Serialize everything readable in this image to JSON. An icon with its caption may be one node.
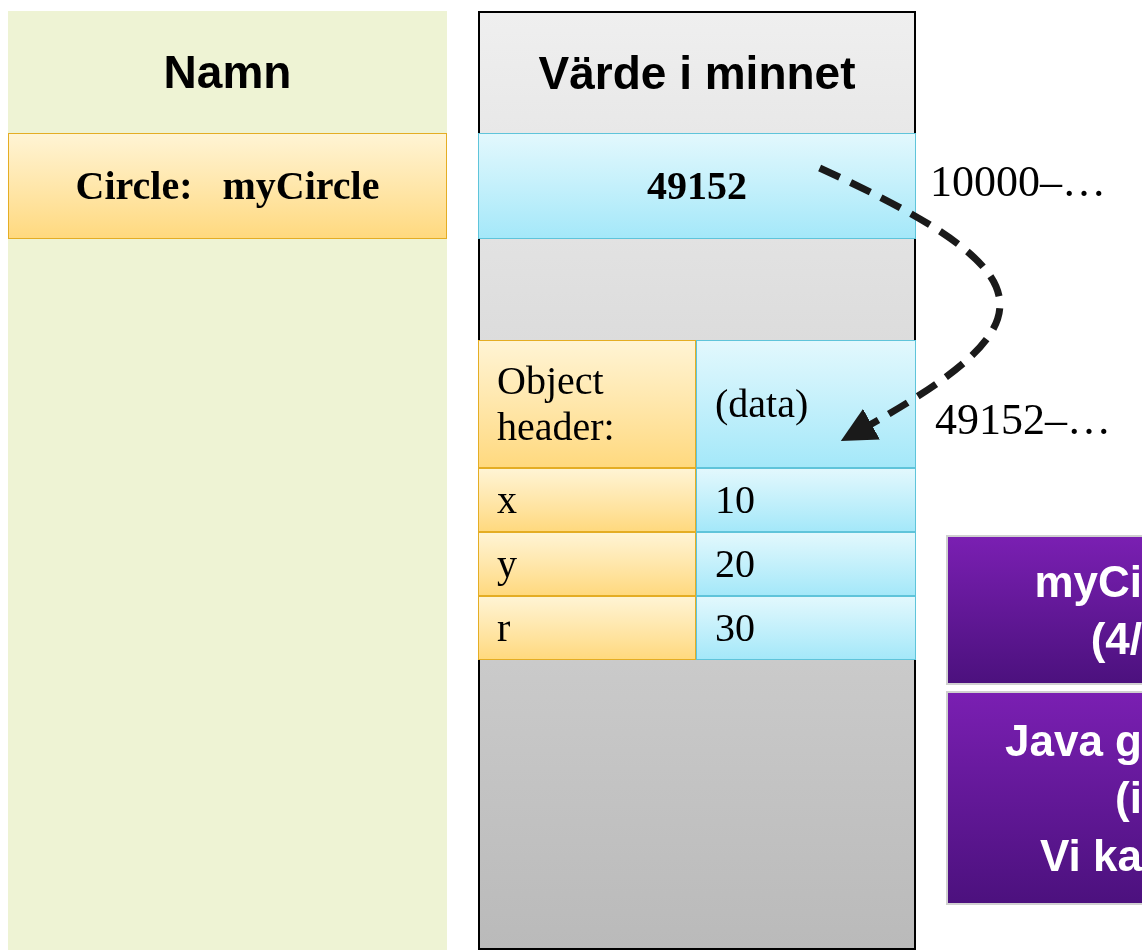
{
  "diagram": {
    "nodes": [
      {
        "text": [
          "Namn"
        ]
      },
      {
        "text": [
          "Circle:   myCircle"
        ],
        "in": 0
      },
      {
        "text": [
          "Värde i minnet"
        ]
      },
      {
        "text": [
          "49152"
        ],
        "in": 2,
        "beside": [
          "10000–…"
        ]
      },
      {
        "text": [
          "Object header:"
        ],
        "in": 2
      },
      {
        "text": [
          "(data)"
        ],
        "in": 2,
        "beside": [
          "49152–…"
        ]
      },
      {
        "text": [
          "x"
        ],
        "in": 2
      },
      {
        "text": [
          "10"
        ],
        "in": 2
      },
      {
        "text": [
          "y"
        ],
        "in": 2
      },
      {
        "text": [
          "20"
        ],
        "in": 2
      },
      {
        "text": [
          "r"
        ],
        "in": 2
      },
      {
        "text": [
          "30"
        ],
        "in": 2
      },
      {
        "text": [
          "myCi",
          "(4/"
        ]
      },
      {
        "text": [
          "Java g",
          "(i",
          "Vi ka"
        ]
      }
    ],
    "edges": [
      {
        "from": 3,
        "to": 5,
        "arrow": "to",
        "style": "dashed"
      }
    ]
  }
}
